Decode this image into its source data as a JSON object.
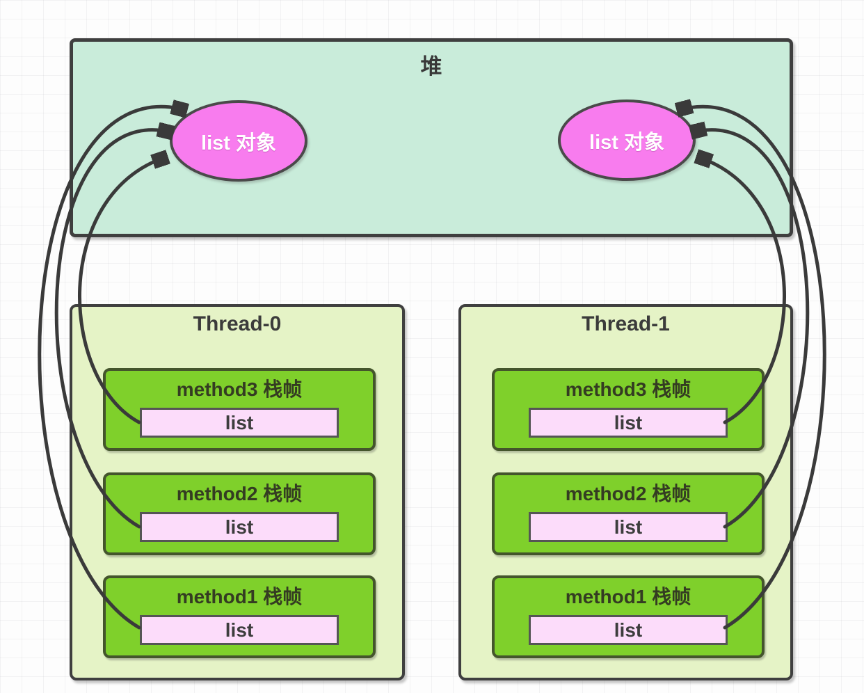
{
  "diagram": {
    "heap": {
      "title": "堆",
      "objects": [
        {
          "id": "heap-object-left",
          "label": "list 对象"
        },
        {
          "id": "heap-object-right",
          "label": "list 对象"
        }
      ]
    },
    "threads": [
      {
        "title": "Thread-0",
        "frames": [
          {
            "label": "method3 栈帧",
            "variable": "list"
          },
          {
            "label": "method2 栈帧",
            "variable": "list"
          },
          {
            "label": "method1 栈帧",
            "variable": "list"
          }
        ]
      },
      {
        "title": "Thread-1",
        "frames": [
          {
            "label": "method3 栈帧",
            "variable": "list"
          },
          {
            "label": "method2 栈帧",
            "variable": "list"
          },
          {
            "label": "method1 栈帧",
            "variable": "list"
          }
        ]
      }
    ],
    "arrows": [
      {
        "from": "thread-0.method3.list",
        "to": "heap-object-left"
      },
      {
        "from": "thread-0.method2.list",
        "to": "heap-object-left"
      },
      {
        "from": "thread-0.method1.list",
        "to": "heap-object-left"
      },
      {
        "from": "thread-1.method3.list",
        "to": "heap-object-right"
      },
      {
        "from": "thread-1.method2.list",
        "to": "heap-object-right"
      },
      {
        "from": "thread-1.method1.list",
        "to": "heap-object-right"
      }
    ],
    "colors": {
      "heap_fill": "#c9ecda",
      "object_fill": "#f87cee",
      "thread_fill": "#e5f3c6",
      "frame_fill": "#7fd02b",
      "variable_fill": "#fcdcfa",
      "border": "#3f3f3f",
      "arrow": "#3a3a3a"
    }
  }
}
